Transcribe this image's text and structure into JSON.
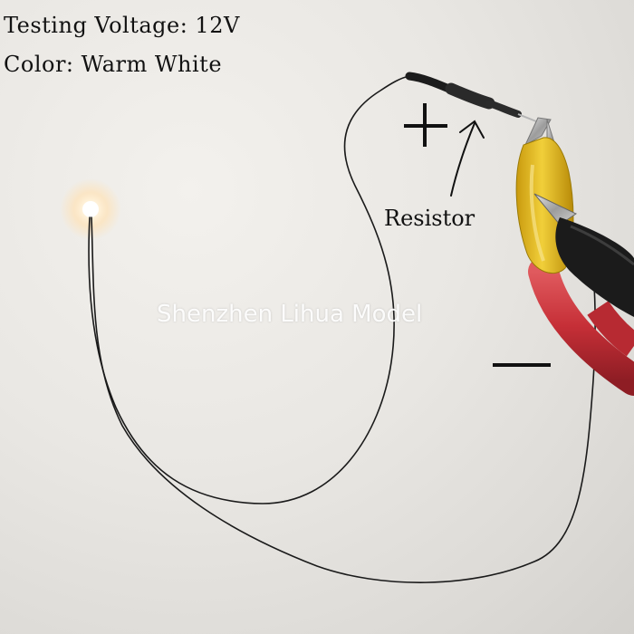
{
  "captions": {
    "voltage": "Testing Voltage: 12V",
    "color": "Color: Warm White"
  },
  "labels": {
    "resistor": "Resistor"
  },
  "watermark": "Shenzhen Lihua Model",
  "colors": {
    "background": "#e9e7e3",
    "led_glow": "#ffe7c2",
    "wire": "#1a1a1a",
    "yellow_clip": "#e2b91c",
    "black_clip": "#1b1b1b",
    "red_cable": "#c9323a"
  }
}
